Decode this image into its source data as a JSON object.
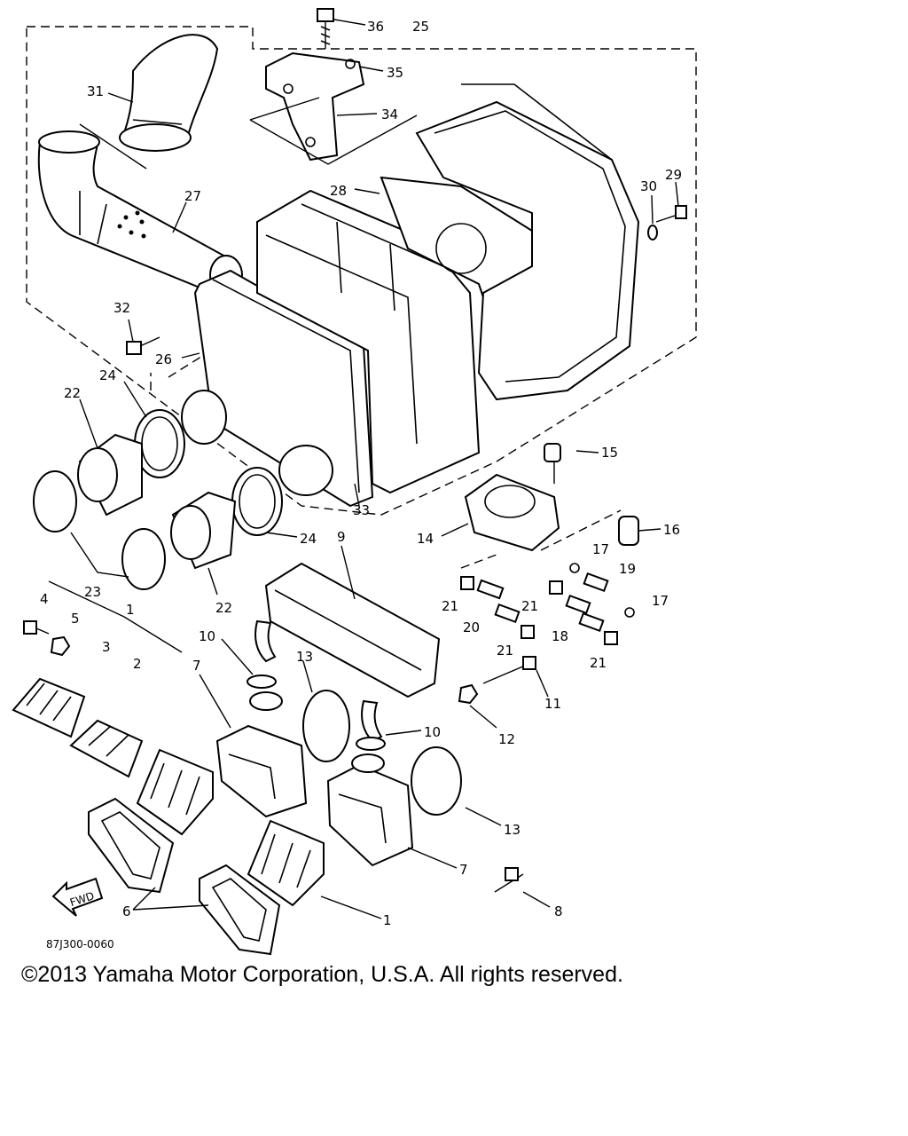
{
  "diagram": {
    "part_numbers": [
      "1",
      "2",
      "3",
      "4",
      "5",
      "6",
      "7",
      "8",
      "9",
      "10",
      "11",
      "12",
      "13",
      "14",
      "15",
      "16",
      "17",
      "18",
      "19",
      "20",
      "21",
      "22",
      "23",
      "24",
      "25",
      "26",
      "27",
      "28",
      "29",
      "30",
      "31",
      "32",
      "33",
      "34",
      "35",
      "36"
    ],
    "fwd_label": "FWD",
    "drawing_code": "87J300-0060"
  },
  "footer": {
    "copyright": "©2013 Yamaha Motor Corporation, U.S.A. All rights reserved."
  }
}
